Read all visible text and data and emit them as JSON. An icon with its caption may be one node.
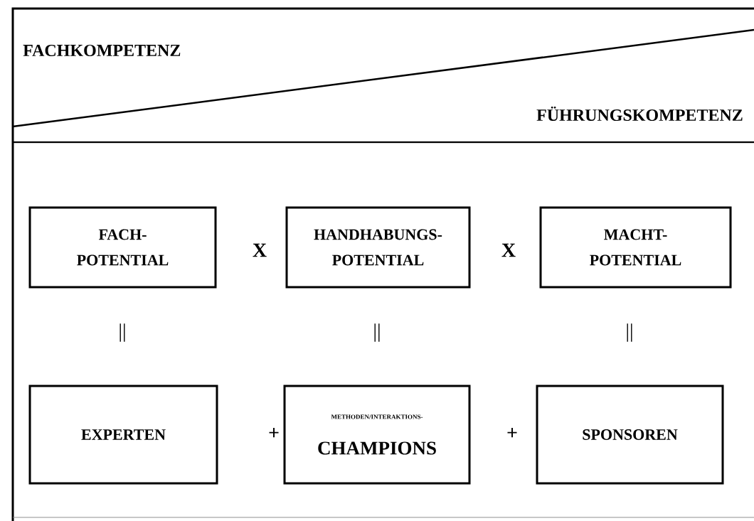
{
  "diagram": {
    "nodes": [
      {
        "text": [
          "FACH- POTENTIAL"
        ]
      },
      {
        "text": [
          "HANDHABUNGS- POTENTIAL"
        ]
      },
      {
        "text": [
          "MACHT- POTENTIAL"
        ]
      },
      {
        "text": [
          "EXPERTEN"
        ]
      },
      {
        "text": [
          "METHODEN/INTERAKTIONS-",
          "CHAMPIONS"
        ]
      },
      {
        "text": [
          "SPONSOREN"
        ]
      }
    ],
    "labels": [
      "FACHKOMPETENZ",
      "FÜHRUNGSKOMPETENZ",
      "X",
      "X",
      "||",
      "||",
      "||",
      "+",
      "+"
    ]
  }
}
